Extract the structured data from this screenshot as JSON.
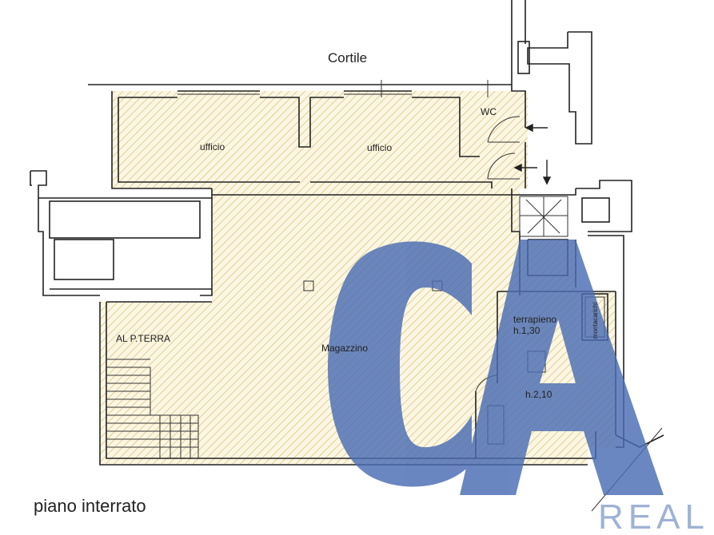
{
  "labels": {
    "courtyard": "Cortile",
    "office_1": "ufficio",
    "office_2": "ufficio",
    "wc": "WC",
    "warehouse": "Magazzino",
    "stairs_up": "AL P.TERRA",
    "embankment": "terrapieno",
    "embankment_height": "h.1,30",
    "height_2": "h.2,10",
    "dumbwaiter": "montacarichi",
    "floor_name": "piano interrato"
  },
  "watermark": {
    "letters": "CA",
    "subtitle": "REAL E",
    "color": "#4a6cb3"
  },
  "colors": {
    "hatch": "#e8d79a",
    "wall": "#222222"
  }
}
